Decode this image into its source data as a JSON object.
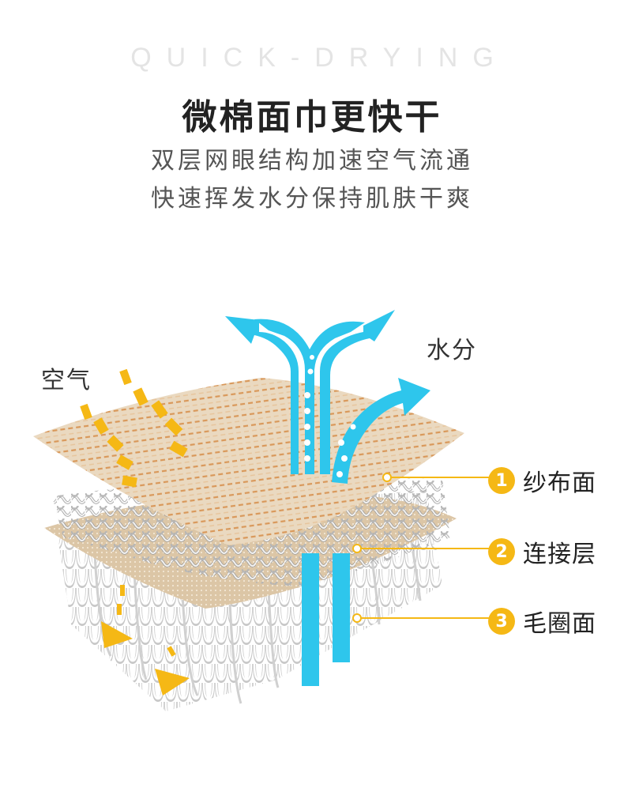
{
  "header": {
    "en_title": "QUICK-DRYING",
    "cn_title": "微棉面巾更快干",
    "subtitle_1": "双层网眼结构加速空气流通",
    "subtitle_2": "快速挥发水分保持肌肤干爽"
  },
  "diagram": {
    "air_label": "空气",
    "water_label": "水分",
    "layers": [
      {
        "number": "1",
        "label": "纱布面"
      },
      {
        "number": "2",
        "label": "连接层"
      },
      {
        "number": "3",
        "label": "毛圈面"
      }
    ]
  },
  "colors": {
    "accent_yellow": "#f5b815",
    "water_blue": "#2ec6ec",
    "fabric_beige": "#e8d6bd",
    "stripe_orange": "#dba162",
    "loop_white": "#ffffff",
    "loop_shadow": "#c9c9c9"
  }
}
